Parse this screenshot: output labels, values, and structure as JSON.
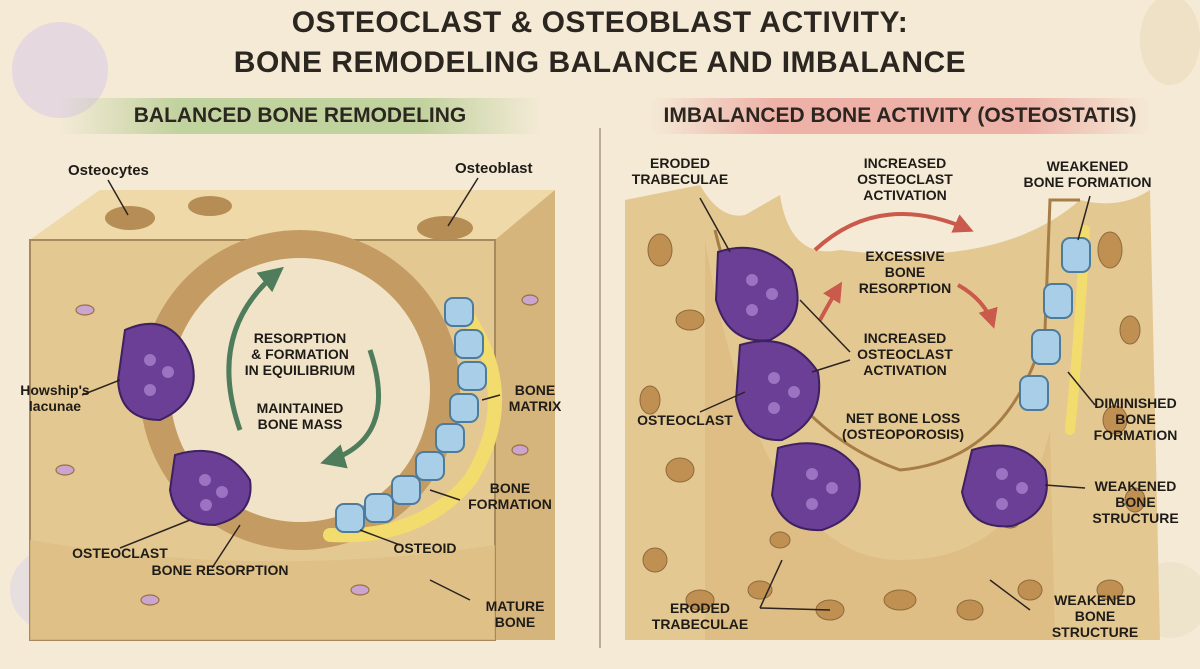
{
  "title": {
    "line1": "OSTEOCLAST & OSTEOBLAST ACTIVITY:",
    "line2": "BONE REMODELING BALANCE AND IMBALANCE"
  },
  "panels": {
    "balanced": {
      "heading": "BALANCED BONE REMODELING",
      "labels": {
        "osteocytes": "Osteocytes",
        "osteoblast": "Osteoblast",
        "howships": "Howship's\nlacunae",
        "equilibrium": "RESORPTION\n& FORMATION\nIN EQUILIBRIUM",
        "mass": "MAINTAINED\nBONE MASS",
        "matrix": "BONE\nMATRIX",
        "formation": "BONE\nFORMATION",
        "osteoclast": "OSTEOCLAST",
        "osteoid": "OSTEOID",
        "resorption": "BONE RESORPTION",
        "mature": "MATURE\nBONE"
      }
    },
    "imbalanced": {
      "heading": "IMBALANCED BONE ACTIVITY (OSTEOSTATIS)",
      "labels": {
        "eroded_top": "ERODED\nTRABECULAE",
        "activation_top": "INCREASED\nOSTEOCLAST\nACTIVATION",
        "weakened_formation": "WEAKENED\nBONE FORMATION",
        "excessive": "EXCESSIVE\nBONE\nRESORPTION",
        "activation_mid": "INCREASED\nOSTEOCLAST\nACTIVATION",
        "osteoclast": "OSTEOCLAST",
        "net_loss": "NET BONE LOSS\n(OSTEOPOROSIS)",
        "diminished": "DIMINISHED\nBONE\nFORMATION",
        "weakened_structure_mid": "WEAKENED\nBONE\nSTRUCTURE",
        "eroded_bottom": "ERODED\nTRABECULAE",
        "weakened_structure_bottom": "WEAKENED\nBONE\nSTRUCTURE"
      }
    }
  },
  "colors": {
    "bone": "#e8cf9c",
    "bone_dark": "#c29a5e",
    "osteoclast": "#6a3f95",
    "osteoblast": "#a9cfe8",
    "osteoid": "#f2dc6e",
    "arrow_green": "#4f7d5c",
    "arrow_red": "#c95a4c"
  }
}
